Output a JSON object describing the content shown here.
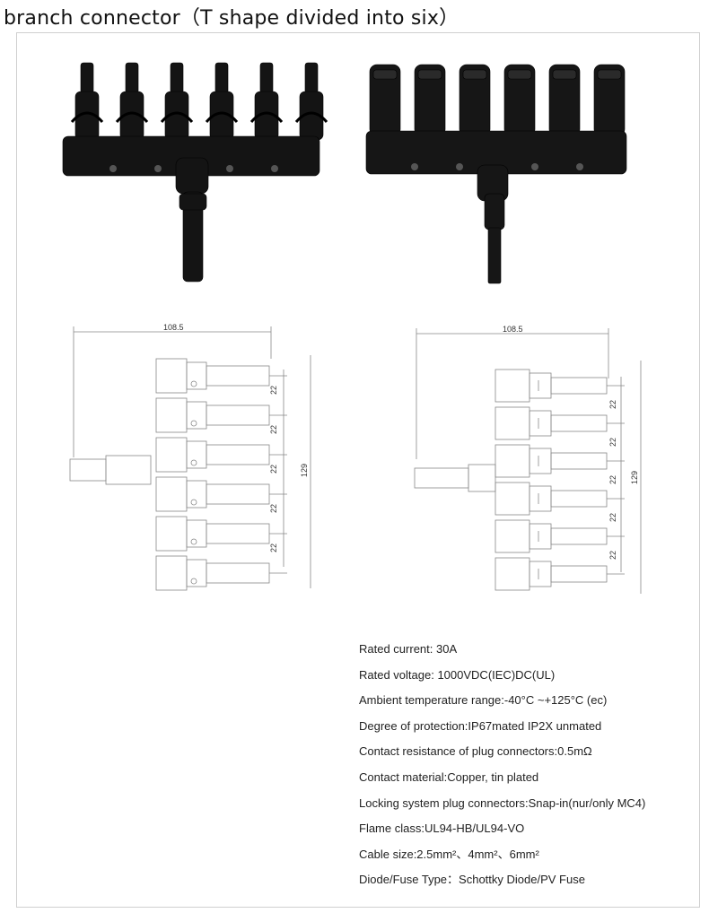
{
  "title": "branch connector（T shape divided into six）",
  "drawings": [
    {
      "width_dim": "108.5",
      "pitch_dims": [
        "22",
        "22",
        "22",
        "22",
        "22"
      ],
      "total_dim": "129"
    },
    {
      "width_dim": "108.5",
      "pitch_dims": [
        "22",
        "22",
        "22",
        "22",
        "22"
      ],
      "total_dim": "129"
    }
  ],
  "specs": [
    "Rated current: 30A",
    "Rated voltage: 1000VDC(IEC)DC(UL)",
    "Ambient temperature range:-40°C ~+125°C (ec)",
    "Degree of protection:IP67mated IP2X unmated",
    "Contact resistance of plug connectors:0.5mΩ",
    "Contact material:Copper, tin plated",
    "Locking system plug connectors:Snap-in(nur/only MC4)",
    "Flame class:UL94-HB/UL94-VO",
    "Cable size:2.5mm²、4mm²、6mm²",
    "Diode/Fuse Type：Schottky Diode/PV Fuse"
  ]
}
